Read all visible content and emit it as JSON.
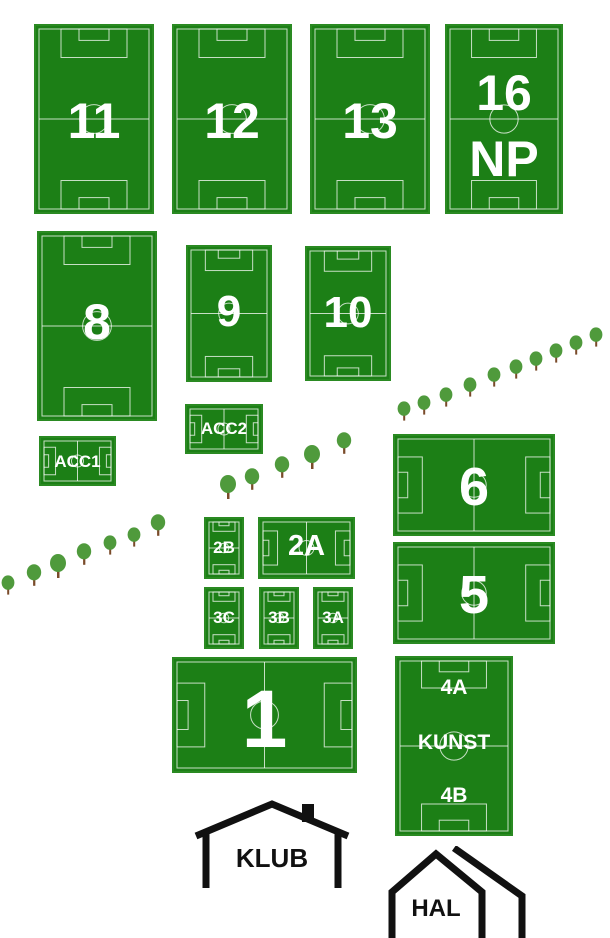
{
  "fields": {
    "f11": "11",
    "f12": "12",
    "f13": "13",
    "f16_line1": "16",
    "f16_line2": "NP",
    "f8": "8",
    "f9": "9",
    "f10": "10",
    "acc1": "ACC1",
    "acc2": "ACC2",
    "f6": "6",
    "f5": "5",
    "f2b": "2B",
    "f2a": "2A",
    "f3c": "3C",
    "f3b": "3B",
    "f3a": "3A",
    "f1": "1",
    "f4a": "4A",
    "kunst": "KUNST",
    "f4b": "4B"
  },
  "buildings": {
    "klub": "KLUB",
    "hal": "HAL"
  },
  "colors": {
    "pitch": "#1c7f16",
    "tree_green": "#4f9a3c",
    "trunk": "#7a4b2a",
    "building_stroke": "#111111"
  }
}
